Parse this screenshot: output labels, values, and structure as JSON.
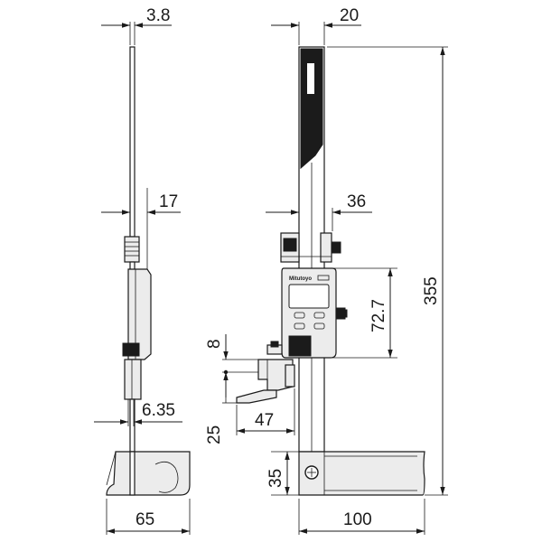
{
  "dimensions": {
    "side_thickness": "3.8",
    "front_width_top": "20",
    "slider_depth": "17",
    "slider_width": "36",
    "display_height": "72.7",
    "overall_height": "355",
    "scriber_gap": "8",
    "scriber_thickness": "6.35",
    "scriber_reach": "47",
    "scriber_low": "25",
    "base_height": "35",
    "base_depth": "65",
    "base_width": "100"
  },
  "brand_mark": "Mitutoyo"
}
